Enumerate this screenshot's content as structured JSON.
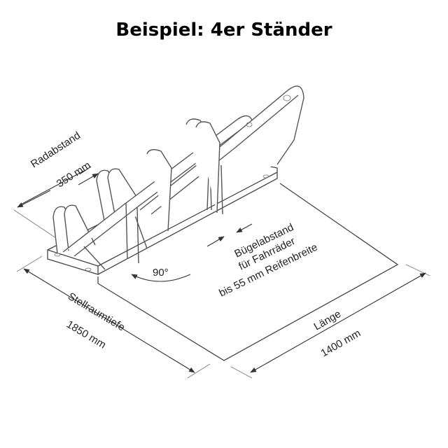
{
  "title": "Beispiel: 4er Ständer",
  "labels": {
    "radabstand": "Radabstand",
    "radabstand_value": "350 mm",
    "angle": "90°",
    "buegel_line1": "Bügelabstand",
    "buegel_line2": "für Fahrräder",
    "buegel_line3": "bis 55 mm Reifenbreite",
    "stellraum": "Stellraumtiefe",
    "stellraum_value": "1850 mm",
    "laenge": "Länge",
    "laenge_value": "1400 mm"
  }
}
